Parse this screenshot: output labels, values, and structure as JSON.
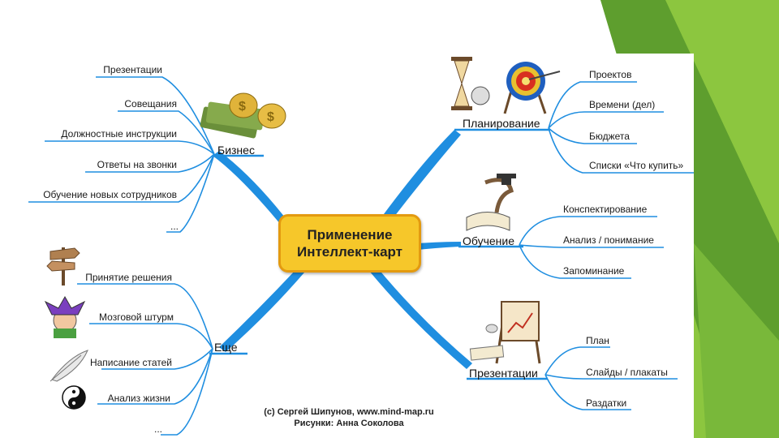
{
  "center": {
    "line1": "Применение",
    "line2": "Интеллект-карт"
  },
  "branches": {
    "business": {
      "label": "Бизнес",
      "items": [
        "Презентации",
        "Совещания",
        "Должностные инструкции",
        "Ответы на звонки",
        "Обучение новых сотрудников",
        "..."
      ]
    },
    "planning": {
      "label": "Планирование",
      "items": [
        "Проектов",
        "Времени (дел)",
        "Бюджета",
        "Списки «Что купить»"
      ]
    },
    "learning": {
      "label": "Обучение",
      "items": [
        "Конспектирование",
        "Анализ / понимание",
        "Запоминание"
      ]
    },
    "more": {
      "label": "Еще",
      "items": [
        "Принятие решения",
        "Мозговой штурм",
        "Написание статей",
        "Анализ жизни",
        "..."
      ]
    },
    "presentations": {
      "label": "Презентации",
      "items": [
        "План",
        "Слайды / плакаты",
        "Раздатки"
      ]
    }
  },
  "credits": {
    "line1": "(с) Сергей Шипунов, www.mind-map.ru",
    "line2": "Рисунки: Анна Соколова"
  },
  "colors": {
    "branch": "#1f8ee0",
    "accent_green": "#7cbd3b",
    "center_fill": "#f6c72a",
    "center_border": "#e39a10"
  },
  "icons": [
    "money-icon",
    "hourglass-icon",
    "target-icon",
    "scroll-icon",
    "signpost-icon",
    "jester-icon",
    "feather-icon",
    "yin-yang-icon",
    "easel-icon"
  ]
}
